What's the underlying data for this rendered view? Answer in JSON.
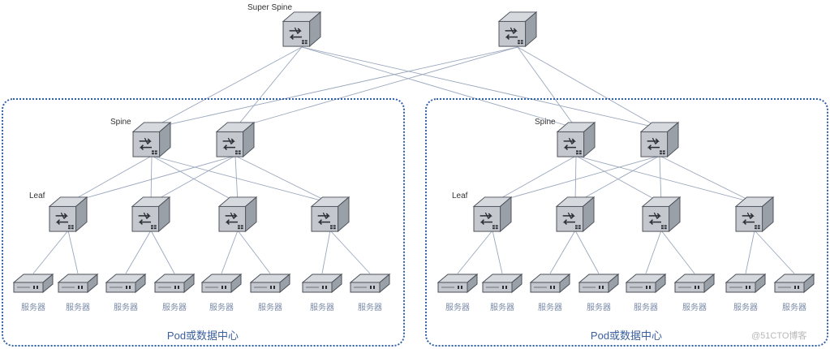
{
  "labels": {
    "super_spine": "Super Spine",
    "spine_left": "Spine",
    "spine_right": "Spine",
    "leaf_left": "Leaf",
    "leaf_right": "Leaf"
  },
  "server_label": "服务器",
  "pods": [
    {
      "label": "Pod或数据中心"
    },
    {
      "label": "Pod或数据中心"
    }
  ],
  "watermark": "@51CTO博客",
  "icons": {
    "switch": "switch-icon",
    "server": "server-icon"
  },
  "colors": {
    "pod_border": "#2f5fa8",
    "link": "#9aa7bd",
    "server_label": "#7a8aa8"
  }
}
